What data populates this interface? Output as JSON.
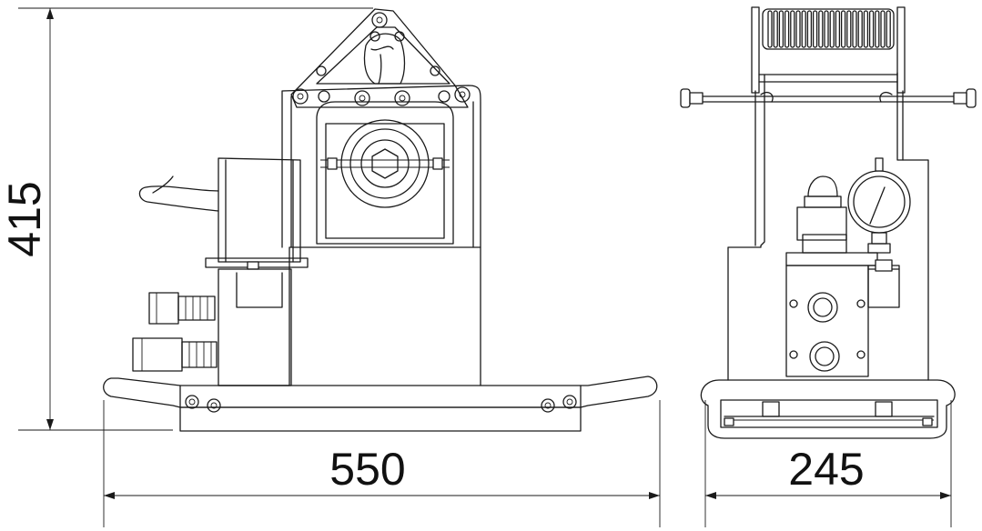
{
  "dimensions": {
    "height_label": "415",
    "width_label": "550",
    "depth_label": "245"
  },
  "colors": {
    "line": "#1a1a1a",
    "background": "#ffffff"
  },
  "views": [
    "front-view",
    "side-view"
  ]
}
